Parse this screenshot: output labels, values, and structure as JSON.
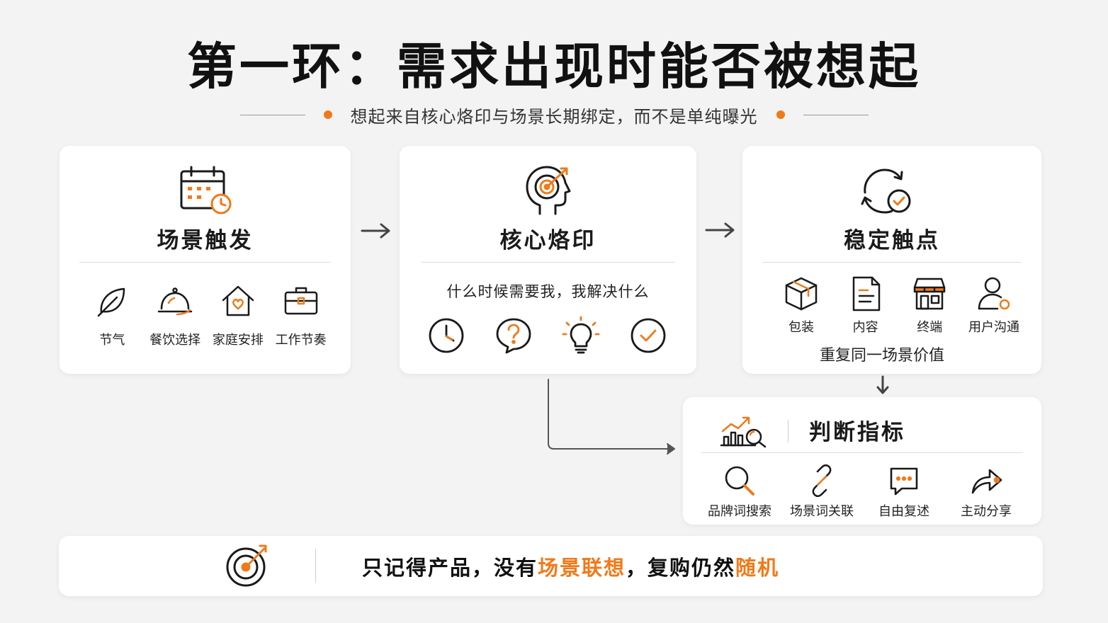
{
  "title": "第一环：需求出现时能否被想起",
  "subtitle": "想起来自核心烙印与场景长期绑定，而不是单纯曝光",
  "colors": {
    "accent": "#f07a1a",
    "ink": "#1a1a1a",
    "background": "#f3f3f3",
    "card": "#ffffff"
  },
  "scene_card": {
    "icon": "calendar-clock-icon",
    "title": "场景触发",
    "items": [
      {
        "icon": "leaf-icon",
        "label": "节气"
      },
      {
        "icon": "dish-cloche-icon",
        "label": "餐饮选择"
      },
      {
        "icon": "house-heart-icon",
        "label": "家庭安排"
      },
      {
        "icon": "briefcase-icon",
        "label": "工作节奏"
      }
    ]
  },
  "imprint_card": {
    "icon": "head-target-icon",
    "title": "核心烙印",
    "text": "什么时候需要我，我解决什么",
    "icons": [
      "clock-icon",
      "question-bubble-icon",
      "lightbulb-icon",
      "check-circle-icon"
    ]
  },
  "touchpoint_card": {
    "icon": "cycle-check-icon",
    "title": "稳定触点",
    "items": [
      {
        "icon": "package-icon",
        "label": "包装"
      },
      {
        "icon": "document-icon",
        "label": "内容"
      },
      {
        "icon": "storefront-icon",
        "label": "终端"
      },
      {
        "icon": "user-chat-icon",
        "label": "用户沟通"
      }
    ],
    "summary": "重复同一场景价值"
  },
  "judge_card": {
    "icon": "chart-magnifier-icon",
    "title": "判断指标",
    "items": [
      {
        "icon": "search-icon",
        "label": "品牌词搜索"
      },
      {
        "icon": "link-icon",
        "label": "场景词关联"
      },
      {
        "icon": "chat-dots-icon",
        "label": "自由复述"
      },
      {
        "icon": "share-arrow-icon",
        "label": "主动分享"
      }
    ]
  },
  "bottom_banner": {
    "icon": "target-arrow-icon",
    "segments": [
      {
        "text": "只记得产品，没有",
        "highlight": false
      },
      {
        "text": "场景联想",
        "highlight": true
      },
      {
        "text": "，复购仍然",
        "highlight": false
      },
      {
        "text": "随机",
        "highlight": true
      }
    ]
  }
}
